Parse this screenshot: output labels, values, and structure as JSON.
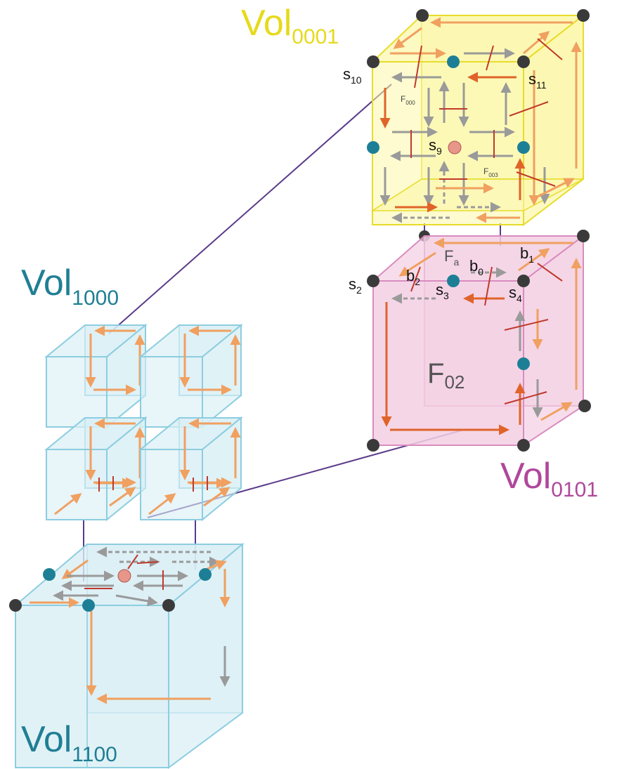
{
  "volumes": {
    "vol_0001": {
      "base": "Vol",
      "sub": "0001",
      "color": "#e6da1c"
    },
    "vol_1000": {
      "base": "Vol",
      "sub": "1000",
      "color": "#1f7f94"
    },
    "vol_0101": {
      "base": "Vol",
      "sub": "0101",
      "color": "#b0479b"
    },
    "vol_1100": {
      "base": "Vol",
      "sub": "1100",
      "color": "#1f7f94"
    }
  },
  "labels": {
    "s10": {
      "base": "s",
      "sub": "10"
    },
    "s11": {
      "base": "s",
      "sub": "11"
    },
    "s9": {
      "base": "s",
      "sub": "9"
    },
    "f000": {
      "base": "F",
      "sub": "000"
    },
    "f003": {
      "base": "F",
      "sub": "003"
    },
    "fa": {
      "base": "F",
      "sub": "a"
    },
    "b0": {
      "base": "b",
      "sub": "0"
    },
    "b1": {
      "base": "b",
      "sub": "1"
    },
    "b2": {
      "base": "b",
      "sub": "2"
    },
    "s2": {
      "base": "s",
      "sub": "2"
    },
    "s3": {
      "base": "s",
      "sub": "3"
    },
    "s4": {
      "base": "s",
      "sub": "4"
    },
    "f02": {
      "base": "F",
      "sub": "02"
    }
  },
  "colors": {
    "yellow_face": "#fbf7a8",
    "yellow_edge": "#e8dc2a",
    "pink_face": "#f3cfe3",
    "pink_edge": "#d98cbf",
    "blue_face": "#d9eff5",
    "blue_edge": "#8ccde0",
    "arrow_orange": "#f0a060",
    "arrow_dark_orange": "#e0642a",
    "arrow_gray": "#9a9a9a",
    "red_mark": "#c0392b",
    "node_black": "#3a3a3a",
    "node_teal": "#1d7f96",
    "node_salmon": "#e8958a",
    "connector": "#5b3a8a"
  }
}
